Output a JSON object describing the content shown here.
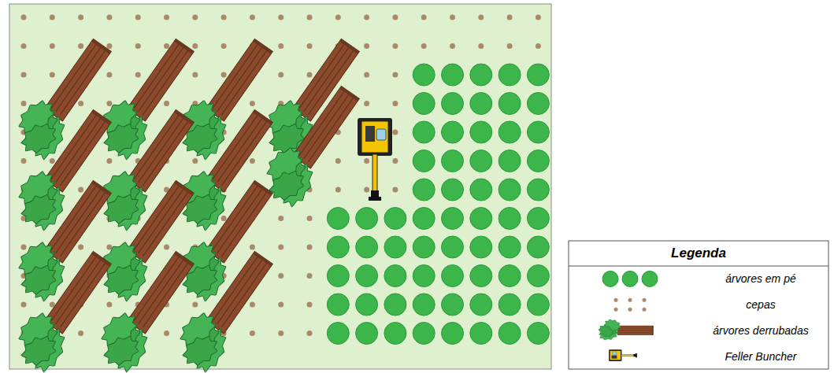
{
  "diagram": {
    "labels": [
      "Legenda"
    ],
    "legend": [
      {
        "text": "árvores em pé"
      },
      {
        "text": "cepas"
      },
      {
        "text": "árvores derrubadas"
      },
      {
        "text": "Feller Buncher"
      }
    ]
  }
}
